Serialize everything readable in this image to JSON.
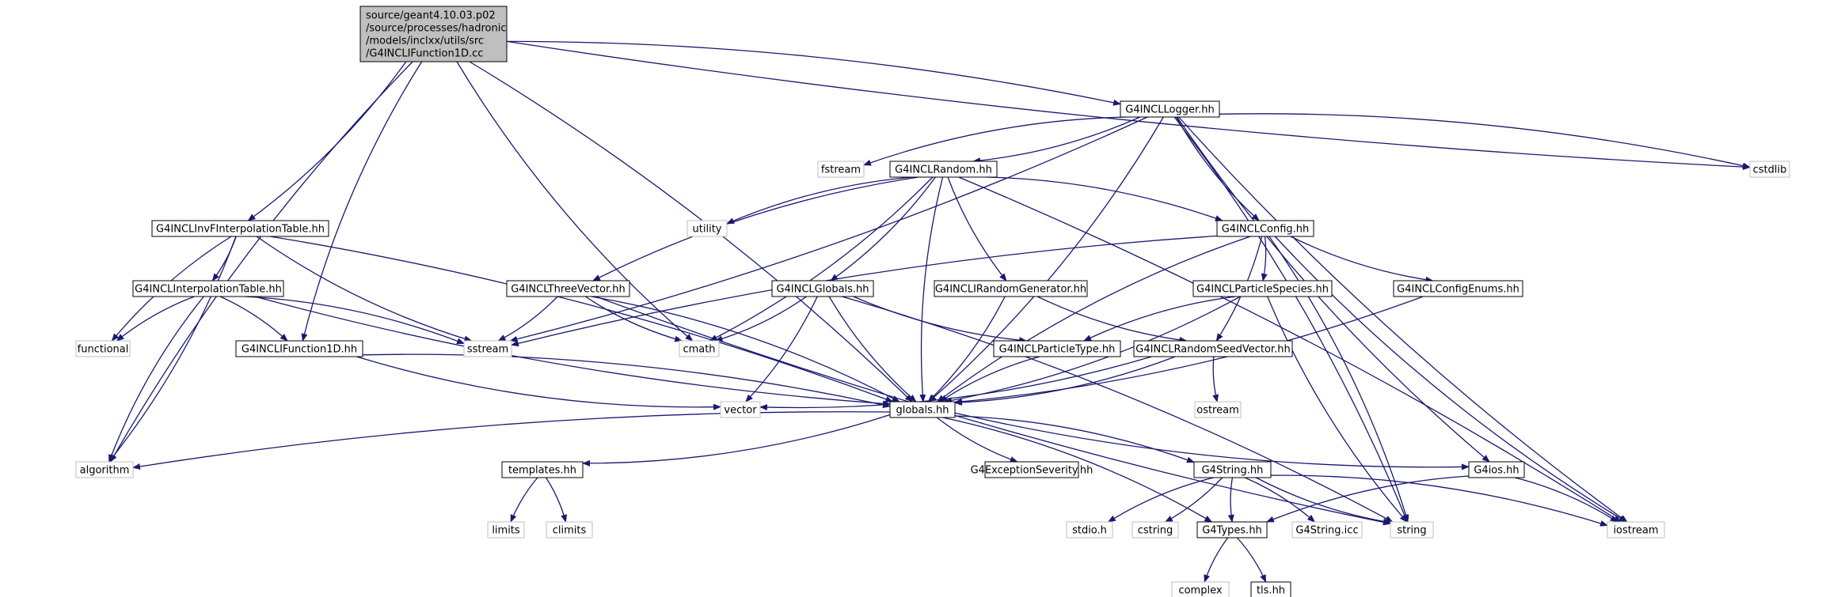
{
  "colors": {
    "edge": "#191970",
    "root_fill": "#bfbfbf",
    "node_border": "#000000",
    "external_border": "#bfbfbf",
    "background": "#ffffff"
  },
  "nodes": [
    {
      "id": "root",
      "lines": [
        "source/geant4.10.03.p02",
        "/source/processes/hadronic",
        "/models/inclxx/utils/src",
        "/G4INCLIFunction1D.cc"
      ],
      "kind": "root"
    },
    {
      "id": "logger",
      "label": "G4INCLLogger.hh",
      "kind": "doc"
    },
    {
      "id": "cstdlib",
      "label": "cstdlib",
      "kind": "external"
    },
    {
      "id": "fstream",
      "label": "fstream",
      "kind": "external"
    },
    {
      "id": "random",
      "label": "G4INCLRandom.hh",
      "kind": "doc"
    },
    {
      "id": "utility",
      "label": "utility",
      "kind": "external"
    },
    {
      "id": "config",
      "label": "G4INCLConfig.hh",
      "kind": "doc"
    },
    {
      "id": "invfinterp",
      "label": "G4INCLInvFInterpolationTable.hh",
      "kind": "doc"
    },
    {
      "id": "interp",
      "label": "G4INCLInterpolationTable.hh",
      "kind": "doc"
    },
    {
      "id": "functional",
      "label": "functional",
      "kind": "external"
    },
    {
      "id": "ifunction1d",
      "label": "G4INCLIFunction1D.hh",
      "kind": "doc"
    },
    {
      "id": "threevector",
      "label": "G4INCLThreeVector.hh",
      "kind": "doc"
    },
    {
      "id": "inclglobals",
      "label": "G4INCLGlobals.hh",
      "kind": "doc"
    },
    {
      "id": "randgen",
      "label": "G4INCLIRandomGenerator.hh",
      "kind": "doc"
    },
    {
      "id": "particlespecies",
      "label": "G4INCLParticleSpecies.hh",
      "kind": "doc"
    },
    {
      "id": "configenums",
      "label": "G4INCLConfigEnums.hh",
      "kind": "doc"
    },
    {
      "id": "sstream",
      "label": "sstream",
      "kind": "external"
    },
    {
      "id": "cmath",
      "label": "cmath",
      "kind": "external"
    },
    {
      "id": "particletype",
      "label": "G4INCLParticleType.hh",
      "kind": "doc"
    },
    {
      "id": "randseedvec",
      "label": "G4INCLRandomSeedVector.hh",
      "kind": "doc"
    },
    {
      "id": "vector",
      "label": "vector",
      "kind": "external"
    },
    {
      "id": "globals",
      "label": "globals.hh",
      "kind": "doc"
    },
    {
      "id": "ostream",
      "label": "ostream",
      "kind": "external"
    },
    {
      "id": "algorithm",
      "label": "algorithm",
      "kind": "external"
    },
    {
      "id": "templates",
      "label": "templates.hh",
      "kind": "doc"
    },
    {
      "id": "exception",
      "label": "G4ExceptionSeverity.hh",
      "kind": "doc"
    },
    {
      "id": "g4string",
      "label": "G4String.hh",
      "kind": "doc"
    },
    {
      "id": "g4ios",
      "label": "G4ios.hh",
      "kind": "doc"
    },
    {
      "id": "limits",
      "label": "limits",
      "kind": "external"
    },
    {
      "id": "climits",
      "label": "climits",
      "kind": "external"
    },
    {
      "id": "stdio",
      "label": "stdio.h",
      "kind": "external"
    },
    {
      "id": "cstring",
      "label": "cstring",
      "kind": "external"
    },
    {
      "id": "g4types",
      "label": "G4Types.hh",
      "kind": "doc"
    },
    {
      "id": "g4stringicc",
      "label": "G4String.icc",
      "kind": "external"
    },
    {
      "id": "string",
      "label": "string",
      "kind": "external"
    },
    {
      "id": "iostream",
      "label": "iostream",
      "kind": "external"
    },
    {
      "id": "complex",
      "label": "complex",
      "kind": "external"
    },
    {
      "id": "tls",
      "label": "tls.hh",
      "kind": "doc"
    }
  ],
  "edges": [
    [
      "root",
      "algorithm"
    ],
    [
      "root",
      "invfinterp"
    ],
    [
      "root",
      "ifunction1d"
    ],
    [
      "root",
      "globals"
    ],
    [
      "root",
      "cmath"
    ],
    [
      "root",
      "logger"
    ],
    [
      "root",
      "cstdlib"
    ],
    [
      "logger",
      "sstream"
    ],
    [
      "logger",
      "fstream"
    ],
    [
      "logger",
      "random"
    ],
    [
      "logger",
      "config"
    ],
    [
      "logger",
      "globals"
    ],
    [
      "logger",
      "g4ios"
    ],
    [
      "logger",
      "string"
    ],
    [
      "logger",
      "iostream"
    ],
    [
      "logger",
      "cstdlib"
    ],
    [
      "random",
      "utility"
    ],
    [
      "random",
      "config"
    ],
    [
      "random",
      "threevector"
    ],
    [
      "random",
      "inclglobals"
    ],
    [
      "random",
      "randgen"
    ],
    [
      "random",
      "cmath"
    ],
    [
      "random",
      "globals"
    ],
    [
      "random",
      "iostream"
    ],
    [
      "config",
      "sstream"
    ],
    [
      "config",
      "particlespecies"
    ],
    [
      "config",
      "configenums"
    ],
    [
      "config",
      "randseedvec"
    ],
    [
      "config",
      "globals"
    ],
    [
      "config",
      "string"
    ],
    [
      "config",
      "iostream"
    ],
    [
      "invfinterp",
      "interp"
    ],
    [
      "invfinterp",
      "functional"
    ],
    [
      "invfinterp",
      "algorithm"
    ],
    [
      "invfinterp",
      "sstream"
    ],
    [
      "invfinterp",
      "globals"
    ],
    [
      "interp",
      "functional"
    ],
    [
      "interp",
      "ifunction1d"
    ],
    [
      "interp",
      "algorithm"
    ],
    [
      "interp",
      "sstream"
    ],
    [
      "interp",
      "globals"
    ],
    [
      "ifunction1d",
      "globals"
    ],
    [
      "ifunction1d",
      "vector"
    ],
    [
      "threevector",
      "sstream"
    ],
    [
      "threevector",
      "cmath"
    ],
    [
      "threevector",
      "globals"
    ],
    [
      "threevector",
      "string"
    ],
    [
      "inclglobals",
      "cmath"
    ],
    [
      "inclglobals",
      "particletype"
    ],
    [
      "inclglobals",
      "vector"
    ],
    [
      "inclglobals",
      "globals"
    ],
    [
      "inclglobals",
      "string"
    ],
    [
      "randgen",
      "randseedvec"
    ],
    [
      "randgen",
      "globals"
    ],
    [
      "particlespecies",
      "particletype"
    ],
    [
      "particlespecies",
      "globals"
    ],
    [
      "particlespecies",
      "string"
    ],
    [
      "configenums",
      "globals"
    ],
    [
      "particletype",
      "globals"
    ],
    [
      "randseedvec",
      "vector"
    ],
    [
      "randseedvec",
      "ostream"
    ],
    [
      "randseedvec",
      "globals"
    ],
    [
      "globals",
      "algorithm"
    ],
    [
      "globals",
      "templates"
    ],
    [
      "globals",
      "exception"
    ],
    [
      "globals",
      "g4string"
    ],
    [
      "globals",
      "g4ios"
    ],
    [
      "globals",
      "g4types"
    ],
    [
      "templates",
      "limits"
    ],
    [
      "templates",
      "climits"
    ],
    [
      "g4string",
      "stdio"
    ],
    [
      "g4string",
      "cstring"
    ],
    [
      "g4string",
      "g4types"
    ],
    [
      "g4string",
      "g4stringicc"
    ],
    [
      "g4string",
      "string"
    ],
    [
      "g4string",
      "iostream"
    ],
    [
      "g4ios",
      "g4types"
    ],
    [
      "g4ios",
      "iostream"
    ],
    [
      "g4types",
      "complex"
    ],
    [
      "g4types",
      "tls"
    ]
  ]
}
